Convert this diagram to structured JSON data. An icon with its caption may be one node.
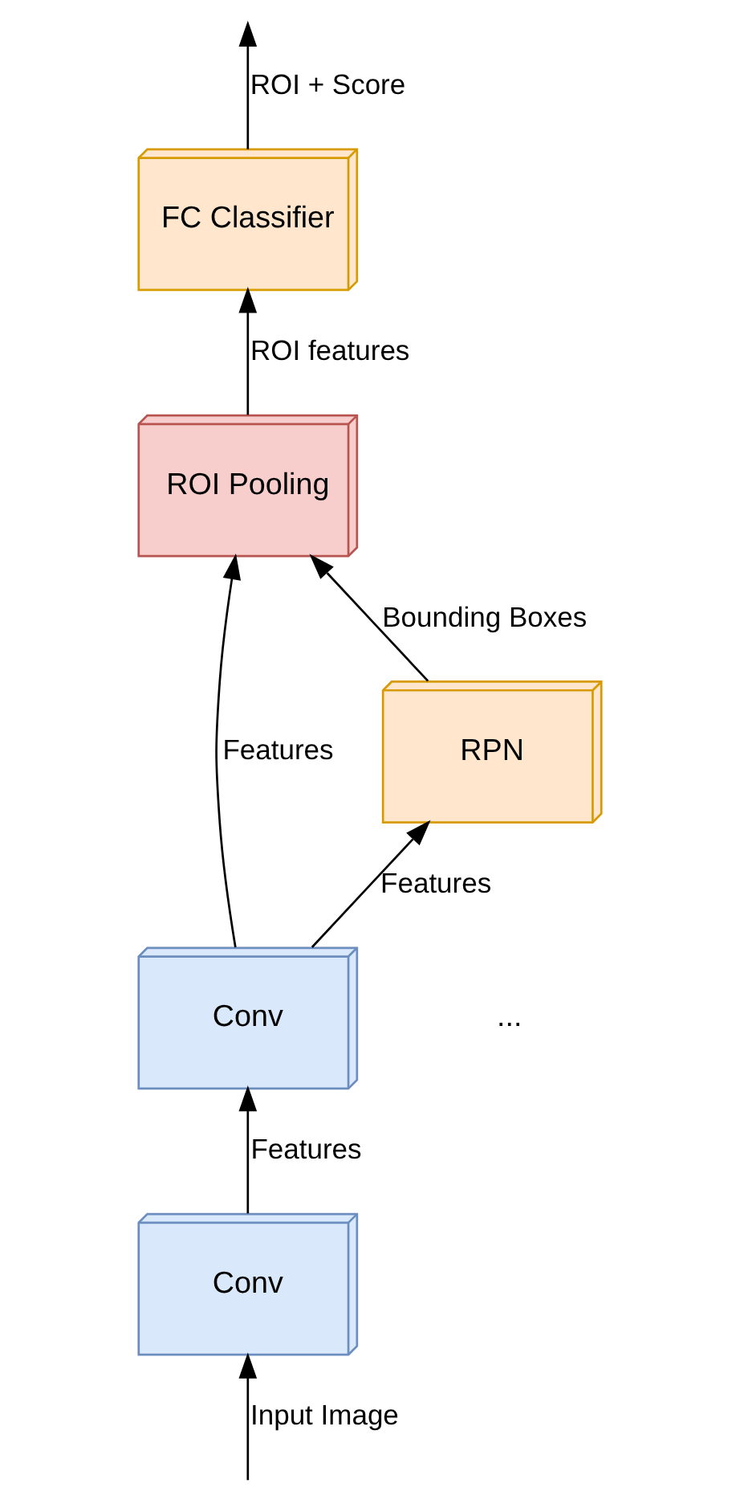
{
  "diagram": {
    "nodes": [
      {
        "text": [
          "FC Classifier"
        ]
      },
      {
        "text": [
          "ROI Pooling"
        ]
      },
      {
        "text": [
          "RPN"
        ]
      },
      {
        "text": [
          "Conv"
        ]
      },
      {
        "text": [
          "Conv"
        ]
      }
    ],
    "edges": [
      {
        "from": null,
        "to": 4,
        "arrow": "to",
        "label": "Input Image"
      },
      {
        "from": 4,
        "to": 3,
        "arrow": "to",
        "label": "Features"
      },
      {
        "from": 3,
        "to": 2,
        "arrow": "to",
        "label": "Features"
      },
      {
        "from": 3,
        "to": 1,
        "arrow": "to",
        "label": "Features"
      },
      {
        "from": 2,
        "to": 1,
        "arrow": "to",
        "label": "Bounding Boxes"
      },
      {
        "from": 1,
        "to": 0,
        "arrow": "to",
        "label": "ROI features"
      },
      {
        "from": 0,
        "to": null,
        "arrow": "to",
        "label": "ROI + Score"
      }
    ],
    "labels": [
      "..."
    ]
  }
}
